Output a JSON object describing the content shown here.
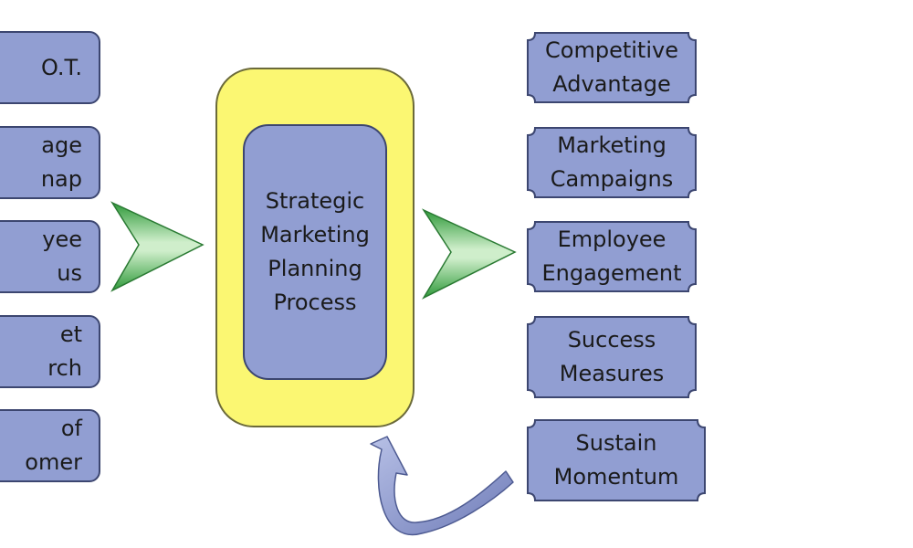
{
  "inputs": [
    {
      "label": "O.T."
    },
    {
      "label": "age\nnap"
    },
    {
      "label": "yee\nus"
    },
    {
      "label": "et\nrch"
    },
    {
      "label": "of\nomer"
    }
  ],
  "core": {
    "label": "Strategic\nMarketing\nPlanning\nProcess"
  },
  "outputs": [
    {
      "label": "Competitive\nAdvantage"
    },
    {
      "label": "Marketing\nCampaigns"
    },
    {
      "label": "Employee\nEngagement"
    },
    {
      "label": "Success\nMeasures"
    },
    {
      "label": "Sustain\nMomentum"
    }
  ],
  "colors": {
    "box_fill": "#919ed2",
    "box_border": "#3c4670",
    "core_outer_fill": "#fbf772",
    "arrow_green": "#3fae49",
    "arrow_green_light": "#c9efc6",
    "loop_arrow_fill": "#8d9ad0"
  },
  "icons": {
    "flow_arrow": "chevron-right-icon",
    "loop_arrow": "curved-return-arrow-icon"
  }
}
